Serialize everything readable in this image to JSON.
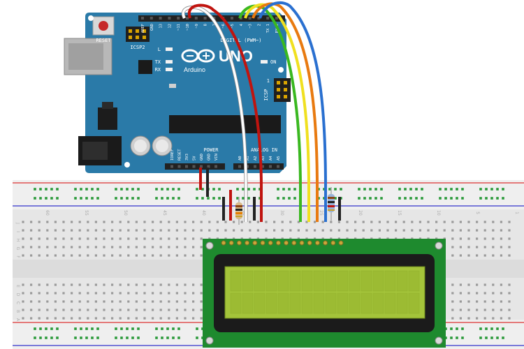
{
  "arduino": {
    "board_name": "UNO",
    "brand": "Arduino",
    "reset_label": "RESET",
    "icsp2_label": "ICSP2",
    "icsp_label": "ICSP",
    "digital_label": "DIGITAL (PWM~)",
    "power_label": "POWER",
    "analog_label": "ANALOG IN",
    "led_l": "L",
    "led_tx": "TX",
    "led_rx": "RX",
    "led_on": "ON",
    "digital_pins": [
      "AREF",
      "GND",
      "13",
      "12",
      "~11",
      "~10",
      "~9",
      "8",
      "7",
      "~6",
      "~5",
      "4",
      "~3",
      "2",
      "TX 1",
      "RX 0"
    ],
    "power_pins": [
      "IOREF",
      "RESET",
      "3V3",
      "5V",
      "GND",
      "GND",
      "VIN"
    ],
    "analog_pins": [
      "A0",
      "A1",
      "A2",
      "A3",
      "A4",
      "A5"
    ],
    "icsp_pin1": "1",
    "colors": {
      "board": "#2a7aa8",
      "silk": "#ffffff",
      "header": "#222222"
    }
  },
  "breadboard": {
    "column_numbers": [
      "60",
      "55",
      "50",
      "45",
      "40",
      "35",
      "30",
      "25",
      "20",
      "15",
      "10",
      "5",
      "1"
    ],
    "row_letters_top": [
      "J",
      "I",
      "H",
      "G",
      "F"
    ],
    "row_letters_bottom": [
      "E",
      "D",
      "C",
      "B",
      "A"
    ],
    "colors": {
      "body": "#e8e8e8",
      "red_rail": "#d33",
      "blue_rail": "#33c",
      "hole": "#2a9a3a"
    }
  },
  "lcd": {
    "colors": {
      "pcb": "#1e8a2e",
      "bezel": "#1b1b1b",
      "screen": "#a4c43a"
    }
  },
  "wires": [
    {
      "color": "#ffffff",
      "name": "white"
    },
    {
      "color": "#c0140f",
      "name": "red"
    },
    {
      "color": "#3ab820",
      "name": "green"
    },
    {
      "color": "#f0e020",
      "name": "yellow"
    },
    {
      "color": "#e87a10",
      "name": "orange"
    },
    {
      "color": "#2a70d0",
      "name": "blue"
    }
  ]
}
